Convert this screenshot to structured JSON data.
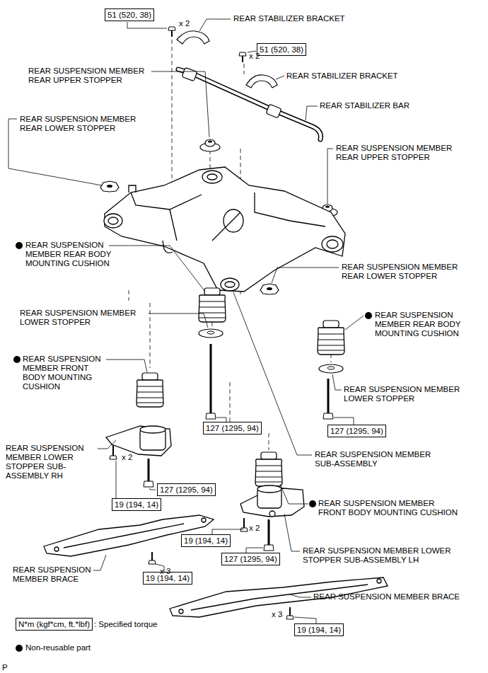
{
  "diagram": {
    "nodes": [
      {
        "text": [
          "51 (520, 38)"
        ]
      },
      {
        "text": [
          "51 (520, 38)"
        ]
      },
      {
        "text": [
          "127 (1295, 94)"
        ]
      },
      {
        "text": [
          "127 (1295, 94)"
        ]
      },
      {
        "text": [
          "127 (1295, 94)"
        ]
      },
      {
        "text": [
          "19 (194, 14)"
        ]
      },
      {
        "text": [
          "19 (194, 14)"
        ]
      },
      {
        "text": [
          "127 (1295, 94)"
        ]
      },
      {
        "text": [
          "19 (194, 14)"
        ]
      },
      {
        "text": [
          "N*m (kgf*cm, ft.*lbf)"
        ]
      },
      {
        "text": [
          "19 (194, 14)"
        ]
      }
    ],
    "labels": [
      "x 2",
      "REAR STABILIZER BRACKET",
      "x 2",
      "REAR SUSPENSION MEMBER REAR UPPER STOPPER",
      "REAR STABILIZER BRACKET",
      "REAR STABILIZER BAR",
      "REAR SUSPENSION MEMBER REAR LOWER STOPPER",
      "REAR SUSPENSION MEMBER REAR UPPER STOPPER",
      "REAR SUSPENSION MEMBER REAR BODY MOUNTING CUSHION",
      "REAR SUSPENSION MEMBER REAR LOWER STOPPER",
      "REAR SUSPENSION MEMBER LOWER STOPPER",
      "REAR SUSPENSION MEMBER REAR BODY MOUNTING CUSHION",
      "REAR SUSPENSION MEMBER FRONT BODY MOUNTING CUSHION",
      "REAR SUSPENSION MEMBER LOWER STOPPER",
      "REAR SUSPENSION MEMBER LOWER STOPPER SUB-ASSEMBLY RH",
      "x 2",
      "REAR SUSPENSION MEMBER SUB-ASSEMBLY",
      "REAR SUSPENSION MEMBER FRONT BODY MOUNTING CUSHION",
      "x 2",
      "REAR SUSPENSION MEMBER LOWER STOPPER SUB-ASSEMBLY LH",
      "x 3",
      "REAR SUSPENSION MEMBER BRACE",
      "REAR SUSPENSION MEMBER BRACE",
      "x 3",
      ": Specified torque",
      "Non-reusable part",
      "P"
    ]
  }
}
